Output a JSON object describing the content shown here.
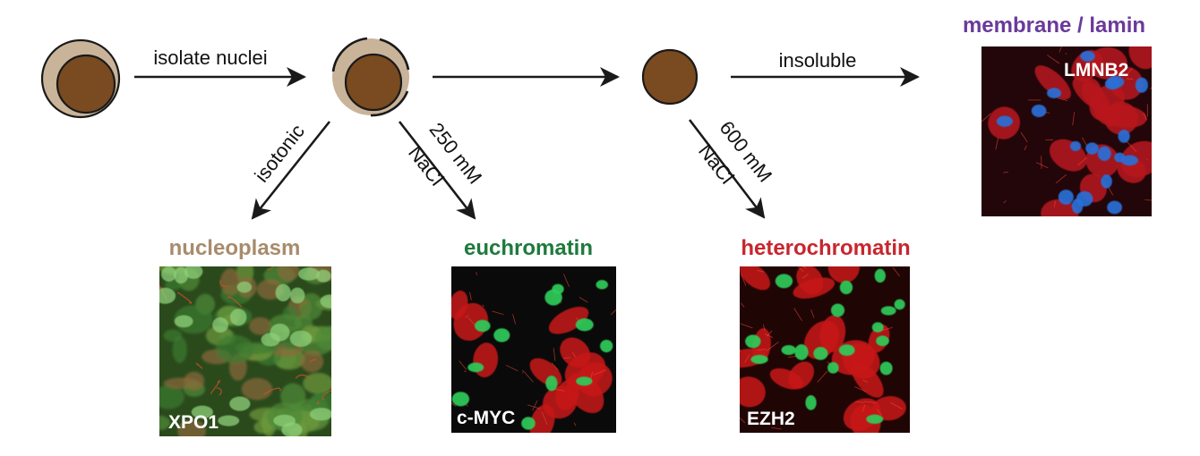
{
  "steps": {
    "isolate": "isolate nuclei",
    "isotonic": "isotonic",
    "salt_250_line1": "250 mM",
    "salt_250_line2": "NaCl",
    "salt_600_line1": "600 mM",
    "salt_600_line2": "NaCl",
    "insoluble": "insoluble"
  },
  "fractions": [
    {
      "title": "nucleoplasm",
      "title_color": "#a88b6c",
      "marker": "XPO1",
      "stain": "green-cyto",
      "background": "#2a4a1c"
    },
    {
      "title": "euchromatin",
      "title_color": "#1e7a3c",
      "marker": "c-MYC",
      "stain": "green-nuclei",
      "background": "#0a0a0a"
    },
    {
      "title": "heterochromatin",
      "title_color": "#c8262e",
      "marker": "EZH2",
      "stain": "green-nuclei",
      "background": "#200505"
    },
    {
      "title": "membrane / lamin",
      "title_color": "#6a3a9a",
      "marker": "LMNB2",
      "stain": "blue-nuclei",
      "background": "#220609"
    }
  ],
  "colors": {
    "cytoplasm": "#c9b49a",
    "nucleus": "#7a4a20",
    "outline": "#1a1a1a"
  }
}
